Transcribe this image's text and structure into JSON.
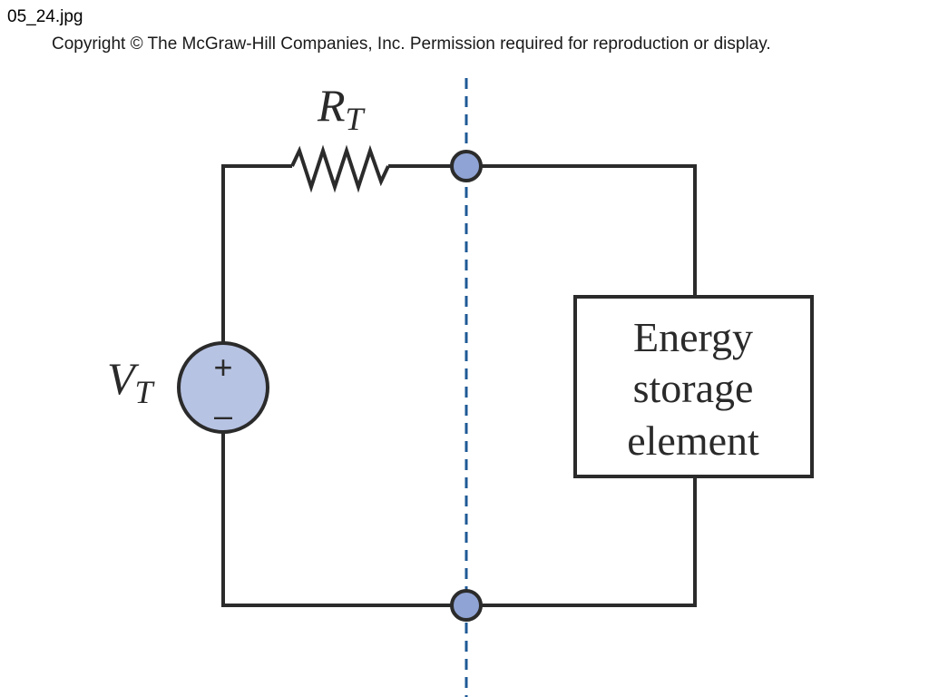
{
  "header": {
    "filename": "05_24.jpg",
    "copyright": "Copyright © The McGraw-Hill Companies, Inc. Permission required for reproduction or display."
  },
  "diagram": {
    "resistor": {
      "label": "R",
      "subscript": "T"
    },
    "source": {
      "label": "V",
      "subscript": "T",
      "plus": "+",
      "minus": "–"
    },
    "storage_element": {
      "lines": [
        "Energy",
        "storage",
        "element"
      ]
    },
    "colors": {
      "wire": "#2b2b2b",
      "terminal_fill": "#8fa3d4",
      "source_fill": "#b7c3e3",
      "divider": "#1f5a96"
    }
  }
}
